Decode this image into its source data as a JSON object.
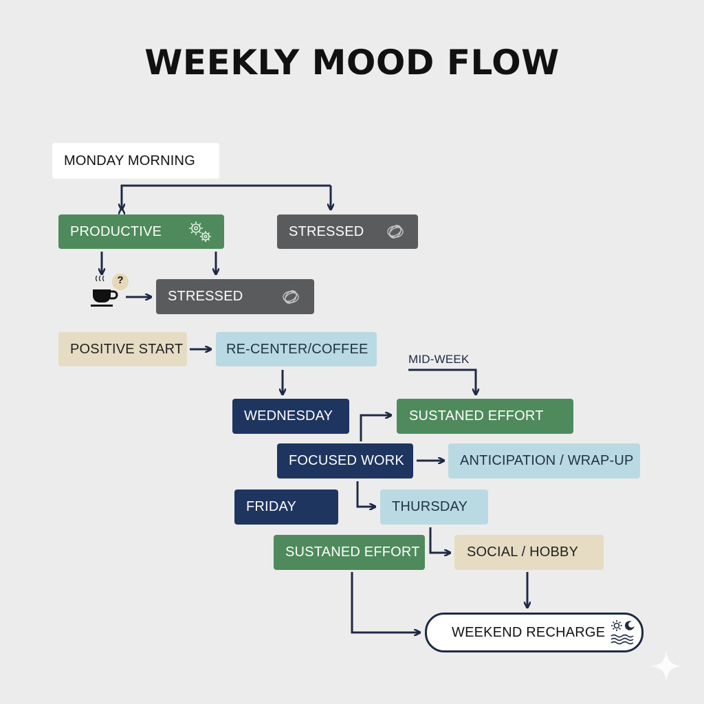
{
  "title": "WEEKLY MOOD FLOW",
  "colors": {
    "productive": "#4f8a5c",
    "stressed": "#5a5b5c",
    "day": "#1e3560",
    "calm": "#b9d9e3",
    "warm": "#e5dcc3",
    "connector": "#1e2a44"
  },
  "nodes": {
    "monday_morning": "MONDAY MORNING",
    "productive": "PRODUCTIVE",
    "stressed_top": "STRESSED",
    "stressed_mid": "STRESSED",
    "positive_start": "POSITIVE START",
    "recenter_coffee": "RE-CENTER/COFFEE",
    "mid_week": "MID-WEEK",
    "wednesday": "WEDNESDAY",
    "sustained_effort_top": "SUSTANED EFFORT",
    "focused_work": "FOCUSED WORK",
    "anticipation": "ANTICIPATION / WRAP-UP",
    "friday": "FRIDAY",
    "thursday": "THURSDAY",
    "sustained_effort_bottom": "SUSTANED EFFORT",
    "social_hobby": "SOCIAL / HOBBY",
    "weekend_recharge": "WEEKEND RECHARGE"
  },
  "coffee_question": "?",
  "icons": {
    "productive": "gears-icon",
    "stressed": "tangle-icon",
    "coffee": "coffee-cup-icon",
    "weekend": "sun-moon-waves-icon",
    "corner": "sparkle-icon"
  }
}
